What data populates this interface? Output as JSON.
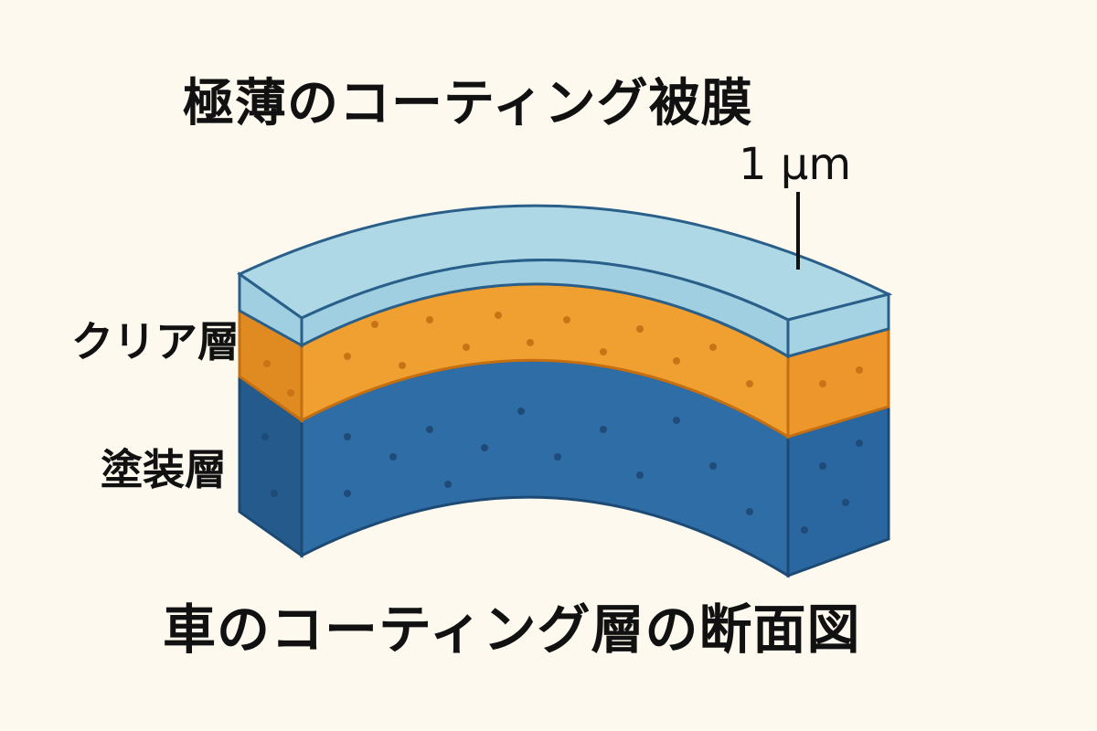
{
  "title": "極薄のコーティング被膜",
  "thickness_label": "1 μm",
  "layers": {
    "clear": "クリア層",
    "paint": "塗装層"
  },
  "caption": "車のコーティング層の断面図",
  "colors": {
    "background": "#fdf9ee",
    "coating_top": "#aed8e6",
    "coating_side": "#9fcfe0",
    "clear_top": "#f0a030",
    "clear_side": "#e8952a",
    "paint_side": "#2f6da6",
    "paint_dark": "#245a8c",
    "outline": "#2a5f8a"
  }
}
